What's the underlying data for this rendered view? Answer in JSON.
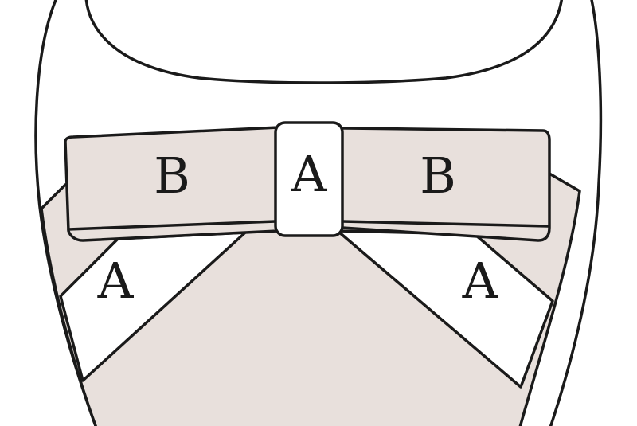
{
  "colors": {
    "outline": "#1a1a1a",
    "fabric_a": "#ffffff",
    "fabric_b": "#e8e0dc",
    "background": "#ffffff"
  },
  "labels": {
    "bow_left": "B",
    "bow_center_knot": "A",
    "bow_right": "B",
    "tail_left": "A",
    "tail_right": "A"
  }
}
